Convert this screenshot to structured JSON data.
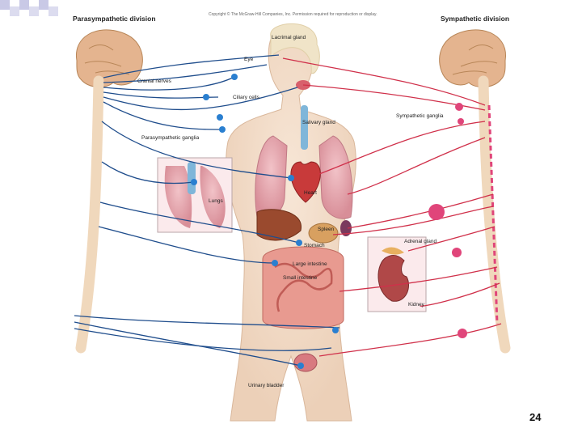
{
  "copyright": "Copyright © The McGraw-Hill Companies, Inc. Permission required for reproduction or display.",
  "divisions": {
    "left": "Parasympathetic division",
    "right": "Sympathetic division"
  },
  "labels": {
    "lacrimal_gland": "Lacrimal gland",
    "eye": "Eye",
    "cranial_nerves": "Cranial nerves",
    "ciliary_cells": "Ciliary cells",
    "salivary_gland": "Salivary gland",
    "sympathetic_ganglia": "Sympathetic ganglia",
    "parasympathetic_ganglia": "Parasympathetic ganglia",
    "heart": "Heart",
    "lungs": "Lungs",
    "spleen": "Spleen",
    "stomach": "Stomach",
    "adrenal_gland": "Adrenal gland",
    "large_intestine": "Large intestine",
    "small_intestine": "Small intestine",
    "kidney": "Kidney",
    "urinary_bladder": "Urinary bladder"
  },
  "page_number": "24",
  "colors": {
    "parasympathetic": "#1f4d8c",
    "sympathetic": "#d0304a",
    "ganglion_para": "#2a7fd0",
    "ganglion_symp": "#e0457a",
    "skin": "#f3dcc8",
    "brain": "#e4b48f"
  }
}
